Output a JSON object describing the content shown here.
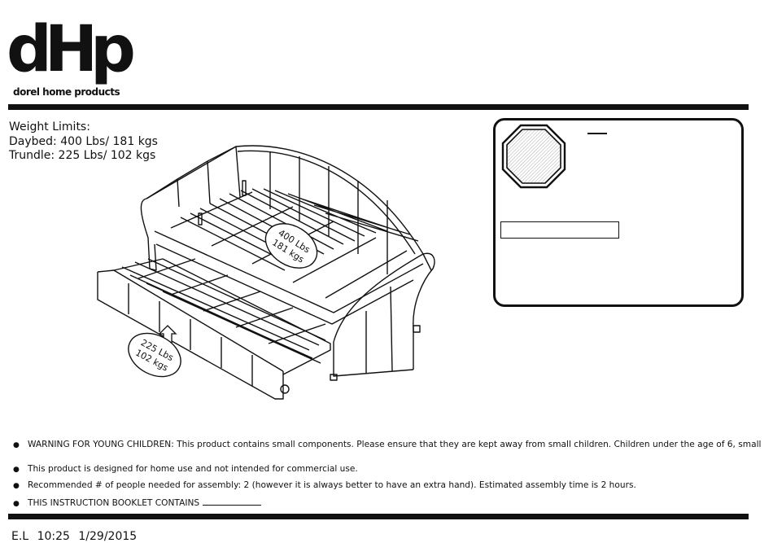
{
  "brand": {
    "logo_text": "dHp",
    "tagline": "dorel home products"
  },
  "weight_limits": {
    "heading": "Weight Limits:",
    "daybed": "Daybed: 400 Lbs/ 181 kgs",
    "trundle": "Trundle: 225 Lbs/ 102 kgs"
  },
  "diagram_labels": {
    "daybed_weight_lbs": "400 Lbs",
    "daybed_weight_kgs": "181 kgs",
    "trundle_weight_lbs": "225 Lbs",
    "trundle_weight_kgs": "102 kgs"
  },
  "bullets": [
    "WARNING FOR YOUNG CHILDREN: This product contains small components.  Please ensure that they are kept away from small children.  Children under the age of 6, small",
    "This product is designed for home use and not intended for commercial use.",
    "Recommended # of people needed for assembly: 2  (however it is always better to have an extra hand). Estimated assembly time is 2 hours.",
    "THIS INSTRUCTION BOOKLET CONTAINS"
  ],
  "footer": {
    "initials": "E.L",
    "time": "10:25",
    "date": "1/29/2015"
  },
  "colors": {
    "ink": "#111111",
    "paper": "#ffffff"
  }
}
